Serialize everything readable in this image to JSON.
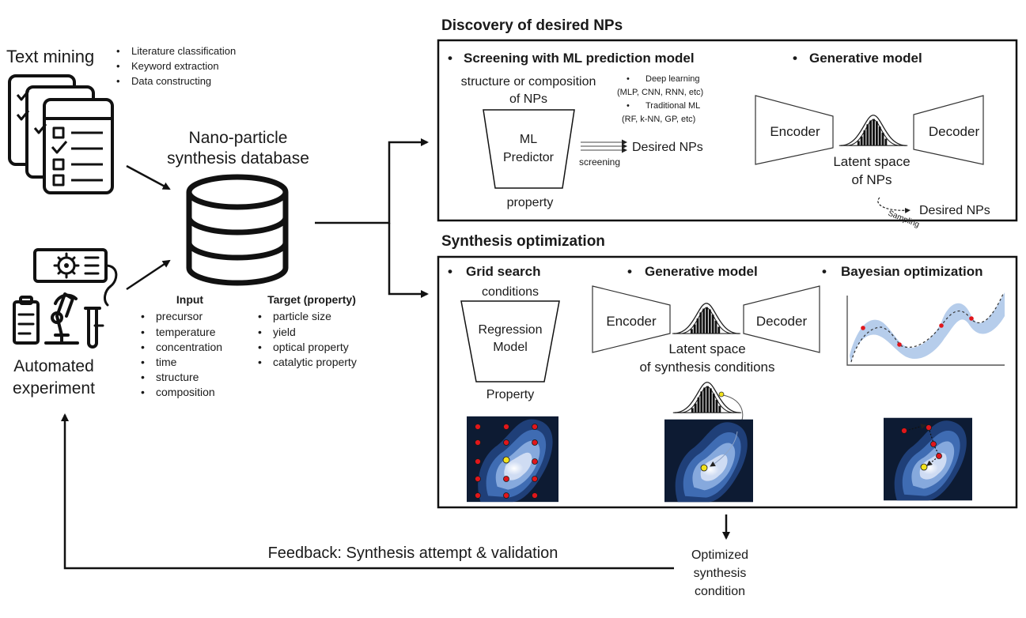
{
  "text_mining": {
    "title": "Text mining",
    "bullets": [
      "Literature classification",
      "Keyword extraction",
      "Data constructing"
    ]
  },
  "database": {
    "title_line1": "Nano-particle",
    "title_line2": "synthesis database",
    "input_header": "Input",
    "inputs": [
      "precursor",
      "temperature",
      "concentration",
      "time",
      "structure",
      "composition"
    ],
    "target_header": "Target (property)",
    "targets": [
      "particle size",
      "yield",
      "optical property",
      "catalytic property"
    ]
  },
  "automated_experiment": {
    "line1": "Automated",
    "line2": "experiment"
  },
  "discovery": {
    "title": "Discovery of desired NPs",
    "screening": {
      "header": "Screening with ML prediction model",
      "input_line1": "structure or composition",
      "input_line2": "of NPs",
      "predictor_line1": "ML",
      "predictor_line2": "Predictor",
      "output": "property",
      "methods": [
        "Deep learning",
        "(MLP, CNN, RNN, etc)",
        "Traditional ML",
        "(RF, k-NN, GP, etc)"
      ],
      "arrow_label": "screening",
      "result": "Desired NPs"
    },
    "generative": {
      "header": "Generative model",
      "encoder": "Encoder",
      "decoder": "Decoder",
      "latent_line1": "Latent space",
      "latent_line2": "of NPs",
      "sampling": "Sampling",
      "result": "Desired NPs"
    }
  },
  "optimization": {
    "title": "Synthesis optimization",
    "grid": {
      "header": "Grid search",
      "top": "conditions",
      "model_line1": "Regression",
      "model_line2": "Model",
      "bottom": "Property"
    },
    "generative": {
      "header": "Generative model",
      "encoder": "Encoder",
      "decoder": "Decoder",
      "latent_line1": "Latent space",
      "latent_line2": "of synthesis conditions"
    },
    "bayesian": {
      "header": "Bayesian optimization"
    }
  },
  "output": {
    "line1": "Optimized",
    "line2": "synthesis",
    "line3": "condition"
  },
  "feedback": "Feedback: Synthesis attempt & validation",
  "colors": {
    "contour_bg": "#0d1b33",
    "contour_1": "#1f3f78",
    "contour_2": "#3f6cb3",
    "contour_3": "#86a9dd",
    "contour_4": "#cfdcf3",
    "point_red": "#e0161b",
    "point_yellow": "#f2e21c",
    "gp_band": "#a9c4e8"
  }
}
